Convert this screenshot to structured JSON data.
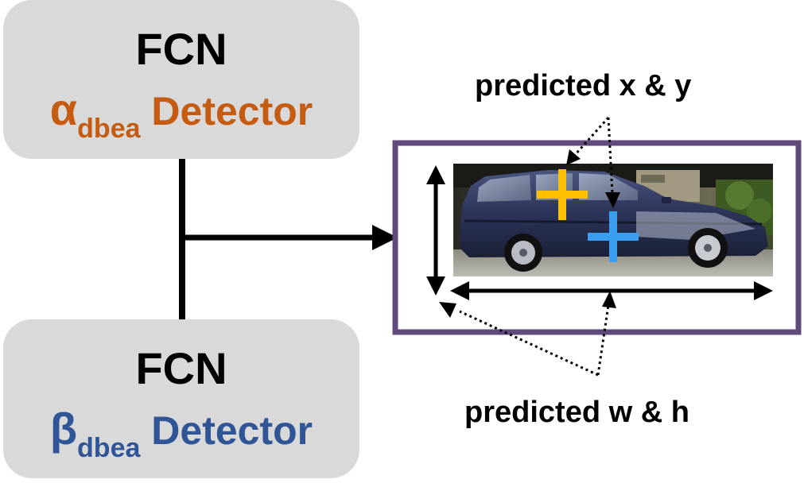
{
  "alpha_box": {
    "title": "FCN",
    "symbol": "α",
    "subscript": "dbea",
    "label": "Detector",
    "color": "#c55a11"
  },
  "beta_box": {
    "title": "FCN",
    "symbol": "β",
    "subscript": "dbea",
    "label": "Detector",
    "color": "#2f5597"
  },
  "annotations": {
    "xy": "predicted x & y",
    "wh": "predicted w & h"
  },
  "colors": {
    "box_background": "#d9d9d9",
    "frame": "#604a7b",
    "center_alpha": "#ffc000",
    "center_beta": "#3a9ff0"
  },
  "image": {
    "subject": "car-photo"
  }
}
